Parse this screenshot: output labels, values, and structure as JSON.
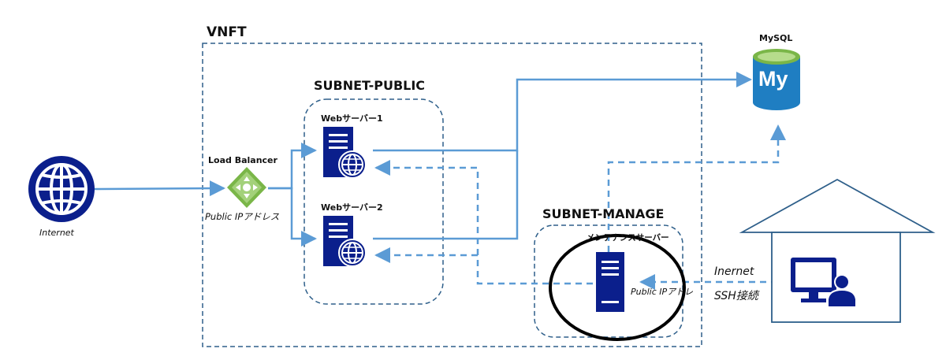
{
  "vnet": {
    "title": "VNFT"
  },
  "subnet_public": {
    "title": "SUBNET-PUBLIC"
  },
  "subnet_manage": {
    "title": "SUBNET-MANAGE"
  },
  "internet": {
    "label": "Internet"
  },
  "load_balancer": {
    "title": "Load Balancer",
    "caption": "Public IPアドレス"
  },
  "web1": {
    "label": "Webサーバー1"
  },
  "web2": {
    "label": "Webサーバー2"
  },
  "mysql": {
    "label": "MySQL",
    "logo_text": "My"
  },
  "maintenance": {
    "label": "メンテナンスサーバー",
    "caption": "Public IPアドレ"
  },
  "client": {
    "line1": "Inernet",
    "line2": "SSH接続"
  },
  "colors": {
    "line": "#5b9bd5",
    "server": "#0b1f8c",
    "lb": "#7ab648",
    "mysql": "#1f7ec2"
  }
}
